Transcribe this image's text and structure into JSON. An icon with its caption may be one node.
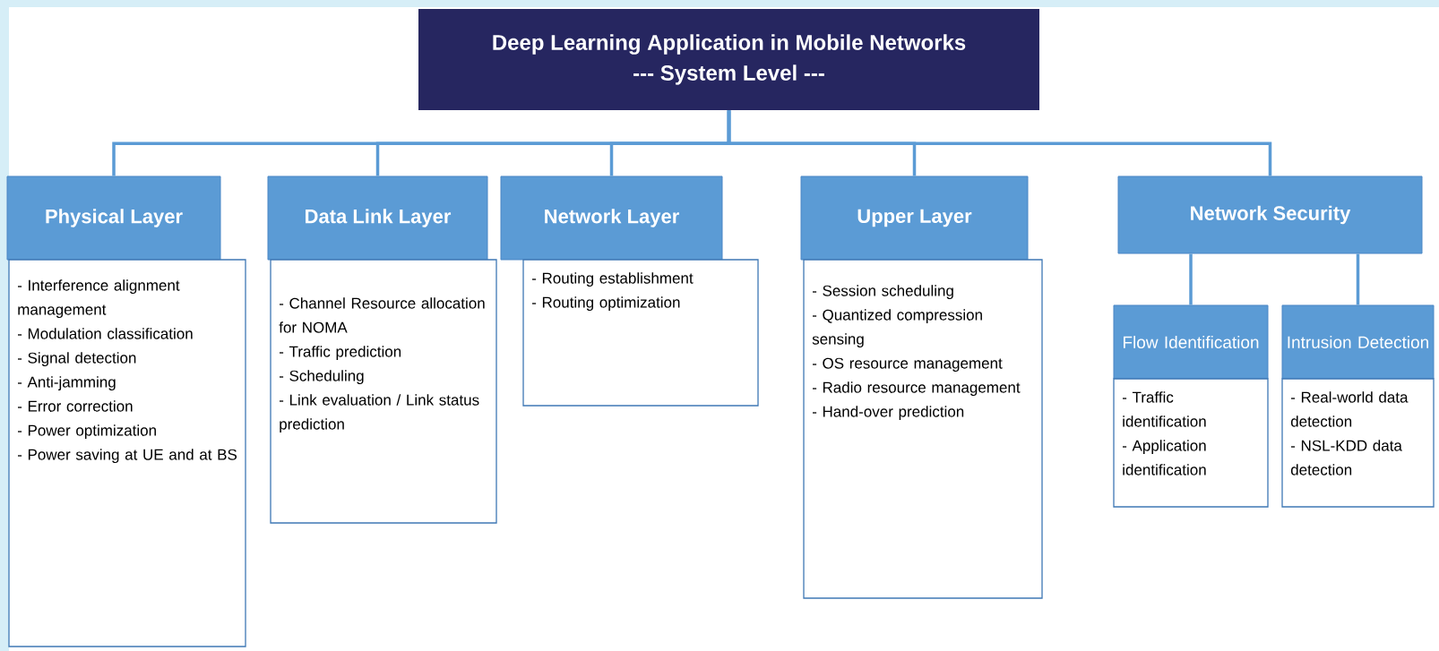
{
  "diagram": {
    "nodes": [
      {
        "text": [
          "Deep Learning Application in Mobile Networks",
          "--- System Level ---"
        ]
      },
      {
        "text": [
          "Physical Layer"
        ]
      },
      {
        "text": [
          "- Interference alignment management",
          "- Modulation classification",
          "- Signal detection",
          "- Anti-jamming",
          "- Error correction",
          "- Power optimization",
          "- Power saving at UE and at BS"
        ]
      },
      {
        "text": [
          "Data Link Layer"
        ]
      },
      {
        "text": [
          "- Channel Resource allocation for NOMA",
          "- Traffic prediction",
          "- Scheduling",
          "- Link evaluation / Link status prediction"
        ]
      },
      {
        "text": [
          "Network Layer"
        ]
      },
      {
        "text": [
          "- Routing establishment",
          "- Routing optimization"
        ]
      },
      {
        "text": [
          "Upper Layer"
        ]
      },
      {
        "text": [
          "- Session scheduling",
          "- Quantized compression sensing",
          "- OS resource management",
          "- Radio resource management",
          "- Hand-over prediction"
        ]
      },
      {
        "text": [
          "Network Security"
        ]
      },
      {
        "text": [
          "Flow Identification"
        ]
      },
      {
        "text": [
          "- Traffic identification",
          "- Application identification"
        ]
      },
      {
        "text": [
          "Intrusion Detection"
        ]
      },
      {
        "text": [
          "- Real-world data detection",
          "- NSL-KDD data detection"
        ]
      }
    ],
    "edges": [
      {
        "from": 0,
        "to": 1,
        "arrow": "none"
      },
      {
        "from": 0,
        "to": 3,
        "arrow": "none"
      },
      {
        "from": 0,
        "to": 5,
        "arrow": "none"
      },
      {
        "from": 0,
        "to": 7,
        "arrow": "none"
      },
      {
        "from": 0,
        "to": 9,
        "arrow": "none"
      },
      {
        "from": 9,
        "to": 10,
        "arrow": "none"
      },
      {
        "from": 9,
        "to": 12,
        "arrow": "none"
      }
    ]
  }
}
